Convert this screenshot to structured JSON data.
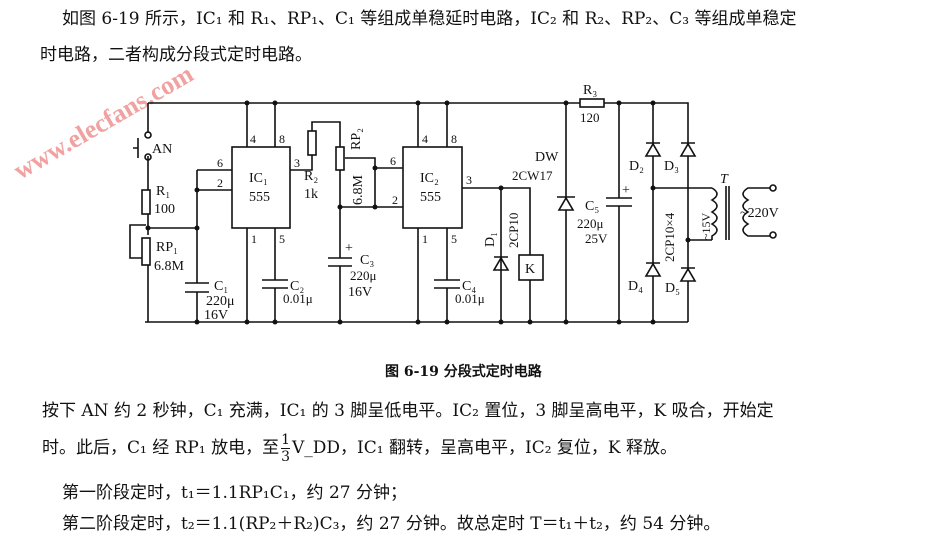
{
  "intro": {
    "line1": "如图 6-19 所示，IC₁ 和 R₁、RP₁、C₁ 等组成单稳延时电路，IC₂ 和 R₂、RP₂、C₃ 等组成单稳定",
    "line2": "时电路，二者构成分段式定时电路。"
  },
  "figure": {
    "caption": "图 6-19    分段式定时电路",
    "watermark": "www.elecfans.com",
    "labels": {
      "an": "AN",
      "r1": "R₁",
      "r1_val": "100",
      "rp1": "RP₁",
      "rp1_val": "6.8M",
      "c1": "C₁",
      "c1_val": "220μ",
      "c1_v": "16V",
      "ic1": "IC₁",
      "ic1_type": "555",
      "ic2": "IC₂",
      "ic2_type": "555",
      "pin4": "4",
      "pin8": "8",
      "pin6": "6",
      "pin2": "2",
      "pin3": "3",
      "pin1": "1",
      "pin5": "5",
      "c2": "C₂",
      "c2_val": "0.01μ",
      "r2": "R₂",
      "r2_val": "1k",
      "rp2": "RP₂",
      "rp2_val": "6.8M",
      "c3": "C₃",
      "c3_val": "220μ",
      "c3_v": "16V",
      "c4": "C₄",
      "c4_val": "0.01μ",
      "d1": "D₁",
      "d1_type": "2CP10",
      "k": "K",
      "dw": "DW",
      "dw_type": "2CW17",
      "r3": "R₃",
      "r3_val": "120",
      "c5": "C₅",
      "c5_val": "220μ",
      "c5_v": "25V",
      "d2": "D₂",
      "d3": "D₃",
      "d4": "D₄",
      "d5": "D₅",
      "bridge_type": "2CP10×4",
      "t": "T",
      "sec": "~15V",
      "pri": "~220V",
      "plus": "+"
    }
  },
  "body": {
    "p1": "按下 AN 约 2 秒钟，C₁ 充满，IC₁ 的 3 脚呈低电平。IC₂ 置位，3 脚呈高电平，K 吸合，开始定",
    "p2a": "时。此后，C₁ 经 RP₁ 放电，至",
    "frac_num": "1",
    "frac_den": "3",
    "p2b": "V_DD，IC₁ 翻转，呈高电平，IC₂ 复位，K 释放。",
    "p3": "第一阶段定时，t₁＝1.1RP₁C₁，约 27 分钟；",
    "p4": "第二阶段定时，t₂＝1.1(RP₂＋R₂)C₃，约 27 分钟。故总定时 T＝t₁＋t₂，约 54 分钟。"
  }
}
